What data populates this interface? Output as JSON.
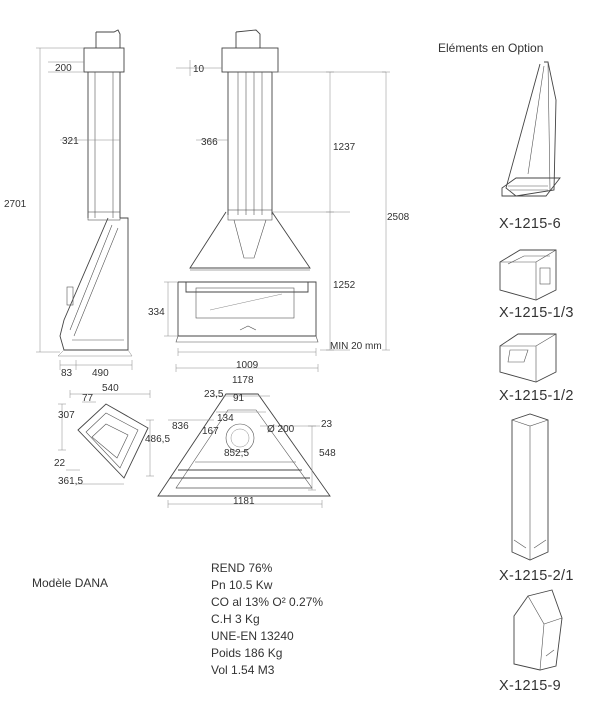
{
  "header": {
    "options_title": "Eléments en Option"
  },
  "model": {
    "name": "Modèle DANA"
  },
  "specs": [
    "REND 76%",
    "Pn 10.5 Kw",
    "CO al 13% O² 0.27%",
    "C.H 3 Kg",
    "UNE-EN 13240",
    "Poids 186 Kg",
    "Vol 1.54 M3"
  ],
  "options": [
    {
      "code": "X-1215-6"
    },
    {
      "code": "X-1215-1/3"
    },
    {
      "code": "X-1215-1/2"
    },
    {
      "code": "X-1215-2/1"
    },
    {
      "code": "X-1215-9"
    }
  ],
  "side_view": {
    "top": "200",
    "pipe": "321",
    "height": "2701",
    "bottom_left": "83",
    "bottom_right": "490"
  },
  "front_view": {
    "top": "10",
    "pipe": "366",
    "upper": "1237",
    "total": "2508",
    "lower": "1252",
    "glass": "334",
    "min": "MIN 20 mm",
    "inner": "1009",
    "outer": "1178"
  },
  "plan_small": {
    "width": "540",
    "w2": "77",
    "d1": "307",
    "depth": "486,5",
    "d2": "22",
    "bottom": "361,5"
  },
  "plan_large": {
    "a": "23,5",
    "b": "91",
    "c": "836",
    "d": "134",
    "e": "167",
    "flue": "Ø 200",
    "f": "23",
    "g": "852,5",
    "depth": "548",
    "width": "1181"
  }
}
